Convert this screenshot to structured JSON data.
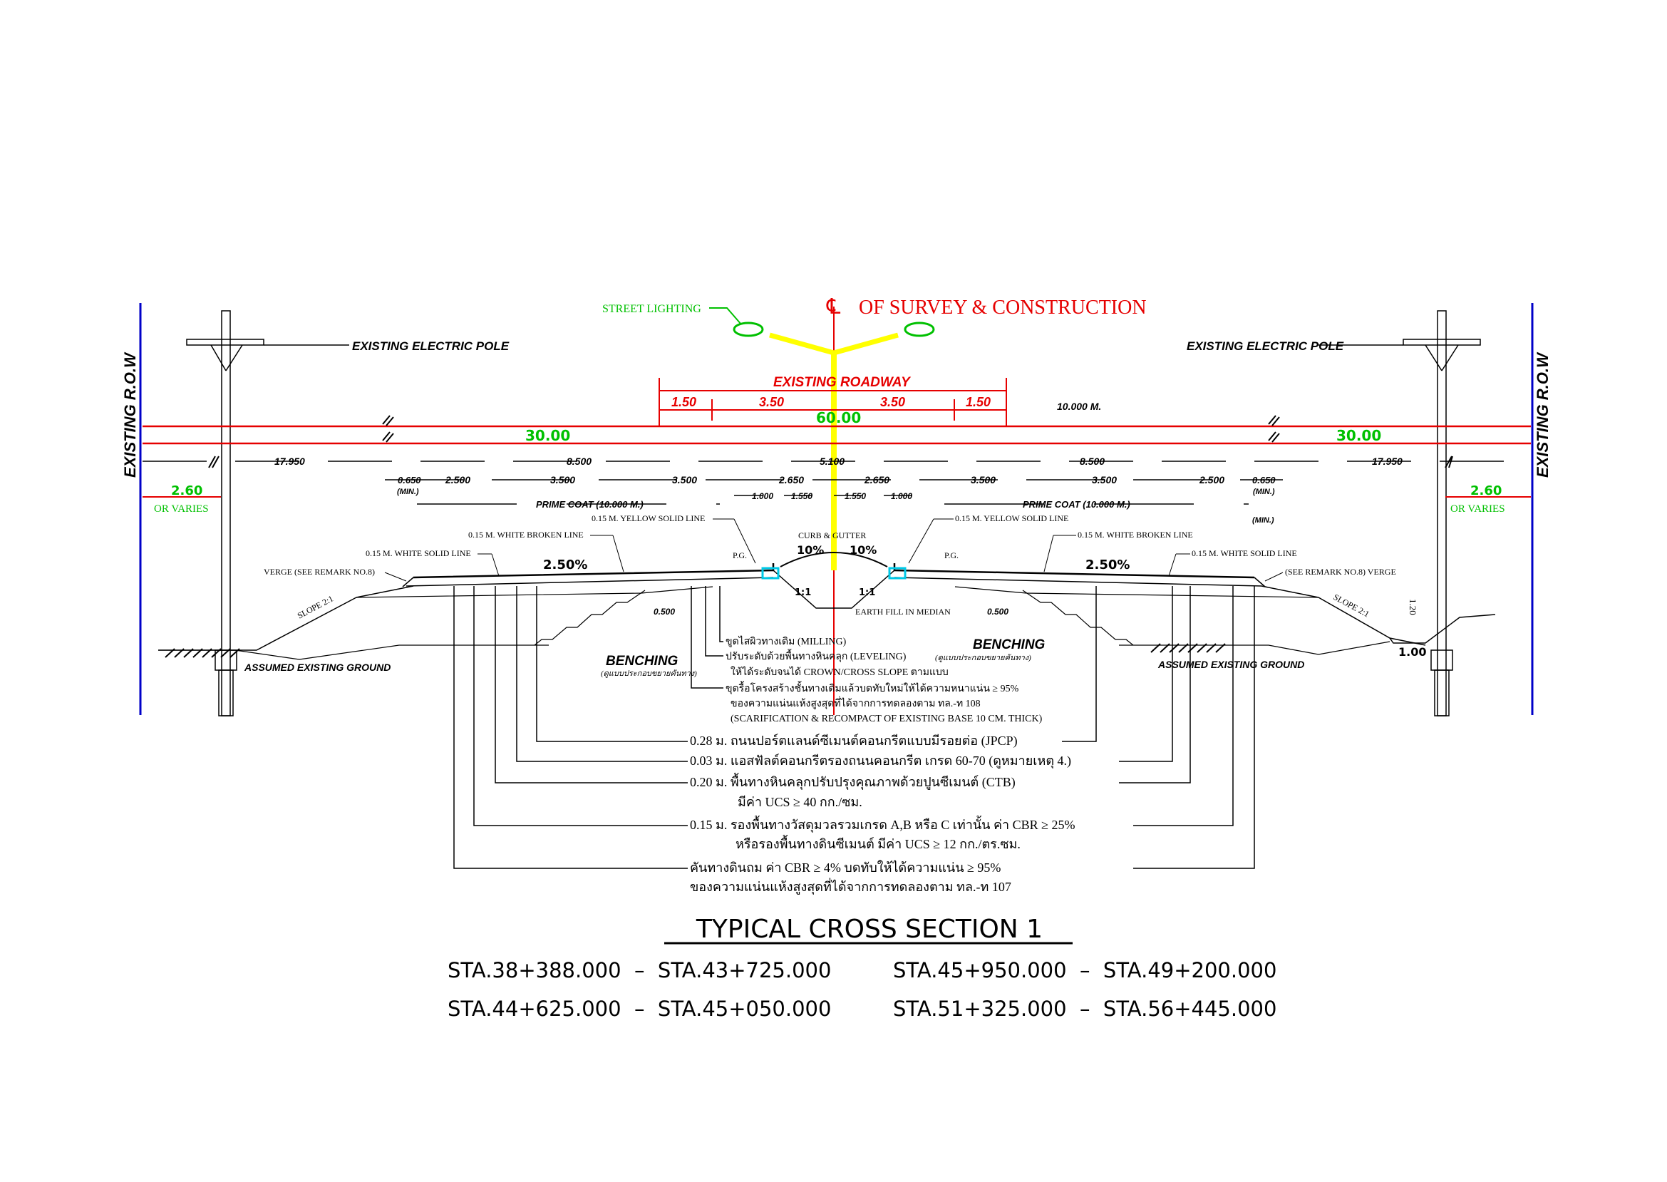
{
  "title": "TYPICAL CROSS SECTION 1",
  "stations": [
    "STA.38+388.000  –  STA.43+725.000",
    "STA.45+950.000  –  STA.49+200.000",
    "STA.44+625.000  –  STA.45+050.000",
    "STA.51+325.000  –  STA.56+445.000"
  ],
  "centerline": {
    "symbol": "℄",
    "label": "OF SURVEY & CONSTRUCTION"
  },
  "labels": {
    "street_lighting": "STREET LIGHTING",
    "electric_pole": "EXISTING ELECTRIC POLE",
    "row": "EXISTING R.O.W",
    "existing_roadway": "EXISTING ROADWAY",
    "prime_coat": "PRIME COAT (10.000 M.)",
    "min": "(MIN.)",
    "or_varies": "OR VARIES",
    "yellow_line": "0.15 M. YELLOW SOLID LINE",
    "white_broken": "0.15 M. WHITE BROKEN LINE",
    "white_solid": "0.15 M. WHITE SOLID LINE",
    "curb_gutter": "CURB & GUTTER",
    "pg": "P.G.",
    "verge_left": "VERGE  (SEE REMARK NO.8)",
    "verge_right": "(SEE REMARK NO.8)  VERGE",
    "slope": "SLOPE 2:1",
    "earth_fill": "EARTH FILL IN MEDIAN",
    "benching": "BENCHING",
    "benching_note": "(ดูแบบประกอบขยายคันทาง)",
    "assumed_ground": "ASSUMED EXISTING GROUND",
    "ten_m": "10.000 M.",
    "one_to_one": "1:1",
    "offset_0500": "0.500",
    "ditch_depth": "1.20",
    "ditch_width": "1.00"
  },
  "dims": {
    "roadway": [
      "1.50",
      "3.50",
      "3.50",
      "1.50"
    ],
    "total": "60.00",
    "half": "30.00",
    "row_offset": "2.60",
    "row_side": "17.950",
    "outer": "8.500",
    "median": "5.100",
    "lanes": [
      "0.650",
      "2.500",
      "3.500",
      "3.500",
      "2.650",
      "2.650",
      "3.500",
      "3.500",
      "2.500",
      "0.650"
    ],
    "inner": [
      "1.000",
      "1.550",
      "1.550",
      "1.000"
    ],
    "slope_pct": "2.50%",
    "median_pct": "10%"
  },
  "notes": {
    "milling": "ขูดไสผิวทางเดิม (MILLING)",
    "leveling": "ปรับระดับด้วยพื้นทางหินคลุก (LEVELING)",
    "leveling_2": "ให้ได้ระดับจนได้ CROWN/CROSS SLOPE ตามแบบ",
    "scarify_1": "ขุดรื้อโครงสร้างชั้นทางเดิมแล้วบดทับใหม่ให้ได้ความหนาแน่น ≥ 95%",
    "scarify_2": "ของความแน่นแห้งสูงสุดที่ได้จากการทดลองตาม ทล.-ท 108",
    "scarify_3": "(SCARIFICATION & RECOMPACT OF EXISTING BASE 10 CM. THICK)",
    "layer1": "0.28 ม.  ถนนปอร์ตแลนด์ซีเมนต์คอนกรีตแบบมีรอยต่อ (JPCP)",
    "layer2": "0.03 ม.  แอสฟัลต์คอนกรีตรองถนนคอนกรีต เกรด 60-70 (ดูหมายเหตุ 4.)",
    "layer3": "0.20 ม.  พื้นทางหินคลุกปรับปรุงคุณภาพด้วยปูนซีเมนต์ (CTB)",
    "layer3b": "มีค่า UCS ≥ 40 กก./ซม.",
    "layer4": "0.15 ม. รองพื้นทางวัสดุมวลรวมเกรด A,B หรือ C เท่านั้น ค่า CBR ≥ 25%",
    "layer4b": "หรือรองพื้นทางดินซีเมนต์ มีค่า  UCS  ≥  12 กก./ตร.ซม.",
    "layer5": "คันทางดินถม ค่า CBR ≥ 4% บดทับให้ได้ความแน่น ≥ 95%",
    "layer5b": "ของความแน่นแห้งสูงสุดที่ได้จากการทดลองตาม ทล.-ท 107"
  },
  "colors": {
    "red": "#e60000",
    "green": "#00c000",
    "yellow": "#ffff00",
    "blue": "#0000c8",
    "cyan": "#00c8e6"
  }
}
